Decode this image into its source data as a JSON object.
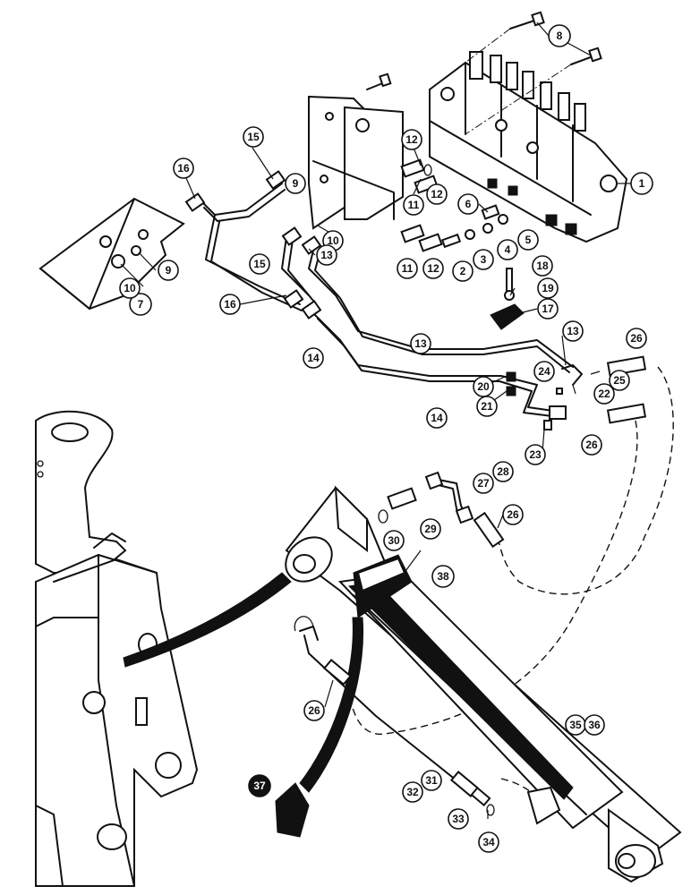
{
  "callouts": {
    "c1": "1",
    "c2": "2",
    "c3": "3",
    "c4": "4",
    "c5": "5",
    "c6": "6",
    "c7": "7",
    "c8": "8",
    "c9a": "9",
    "c9b": "9",
    "c10a": "10",
    "c10b": "10",
    "c11a": "11",
    "c11b": "11",
    "c12a": "12",
    "c12b": "12",
    "c12c": "12",
    "c13a": "13",
    "c13b": "13",
    "c13c": "13",
    "c14a": "14",
    "c14b": "14",
    "c15a": "15",
    "c15b": "15",
    "c16a": "16",
    "c16b": "16",
    "c17": "17",
    "c18": "18",
    "c19": "19",
    "c20": "20",
    "c21": "21",
    "c22": "22",
    "c23": "23",
    "c24": "24",
    "c25": "25",
    "c26a": "26",
    "c26b": "26",
    "c26c": "26",
    "c26d": "26",
    "c27": "27",
    "c28": "28",
    "c29": "29",
    "c30": "30",
    "c31": "31",
    "c32": "32",
    "c33": "33",
    "c34": "34",
    "c35": "35",
    "c36": "36",
    "c37": "37",
    "c38": "38"
  }
}
